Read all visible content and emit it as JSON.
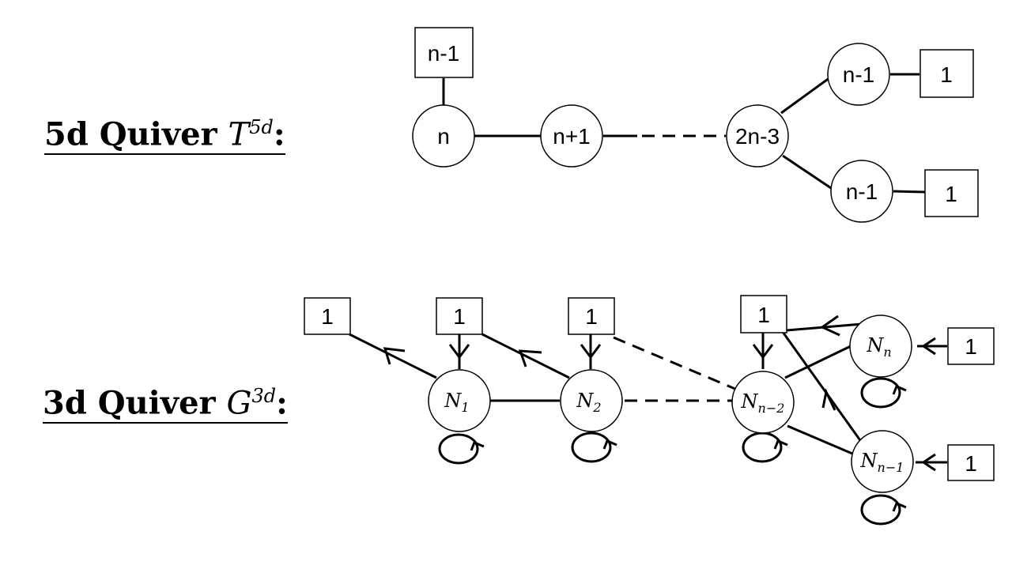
{
  "headings": {
    "five_d": {
      "prefix": "5d Quiver ",
      "symbol": "T",
      "sup": "5d",
      "suffix": ":"
    },
    "three_d": {
      "prefix": "3d Quiver ",
      "symbol": "G",
      "sup": "3d",
      "suffix": ":"
    }
  },
  "five_d": {
    "flavor_top": "n-1",
    "nodes": [
      "n",
      "n+1",
      "2n-3",
      "n-1",
      "n-1"
    ],
    "flavors_right": [
      "1",
      "1"
    ]
  },
  "three_d": {
    "flavors_top": [
      "1",
      "1",
      "1",
      "1"
    ],
    "nodes": [
      {
        "base": "N",
        "sub": "1"
      },
      {
        "base": "N",
        "sub": "2"
      },
      {
        "base": "N",
        "sub": "n−2"
      },
      {
        "base": "N",
        "sub": "n"
      },
      {
        "base": "N",
        "sub": "n−1"
      }
    ],
    "flavors_right": [
      "1",
      "1"
    ]
  },
  "colors": {
    "ink": "#000000",
    "fill": "#ffffff"
  }
}
